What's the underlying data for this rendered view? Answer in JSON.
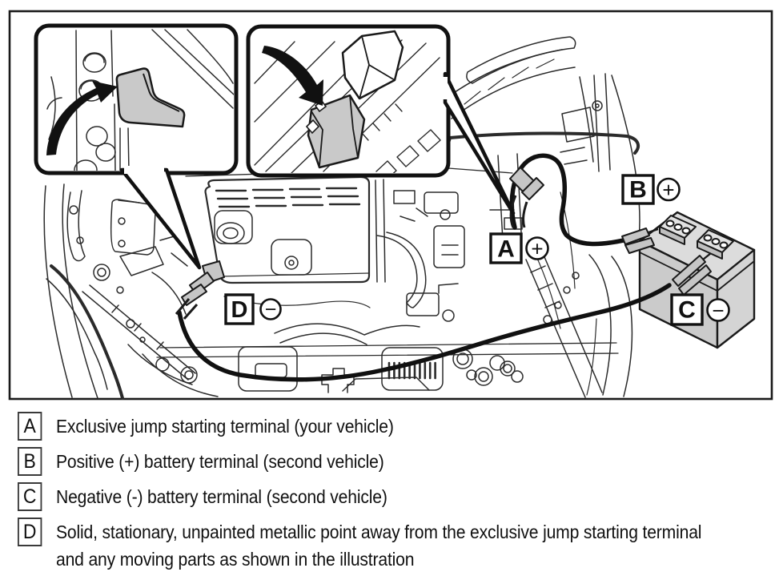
{
  "colors": {
    "ink": "#1a1a1a",
    "line_art": "#2b2b2b",
    "shade_gray": "#c6c6c6",
    "battery_top": "#dcdcdc",
    "battery_front": "#cbcbcb",
    "battery_side": "#d4d4d4"
  },
  "diagram": {
    "markers": [
      {
        "letter": "A",
        "sign": "+"
      },
      {
        "letter": "B",
        "sign": "+"
      },
      {
        "letter": "C",
        "sign": "−"
      },
      {
        "letter": "D",
        "sign": "−"
      }
    ]
  },
  "legend": {
    "items": [
      {
        "key": "A",
        "text": "Exclusive jump starting terminal (your vehicle)"
      },
      {
        "key": "B",
        "text": "Positive (+) battery terminal (second vehicle)"
      },
      {
        "key": "C",
        "text": "Negative (-) battery terminal (second vehicle)"
      },
      {
        "key": "D",
        "text": "Solid, stationary, unpainted metallic point away from the exclusive jump starting terminal and any moving parts as shown in the illustration"
      }
    ]
  }
}
